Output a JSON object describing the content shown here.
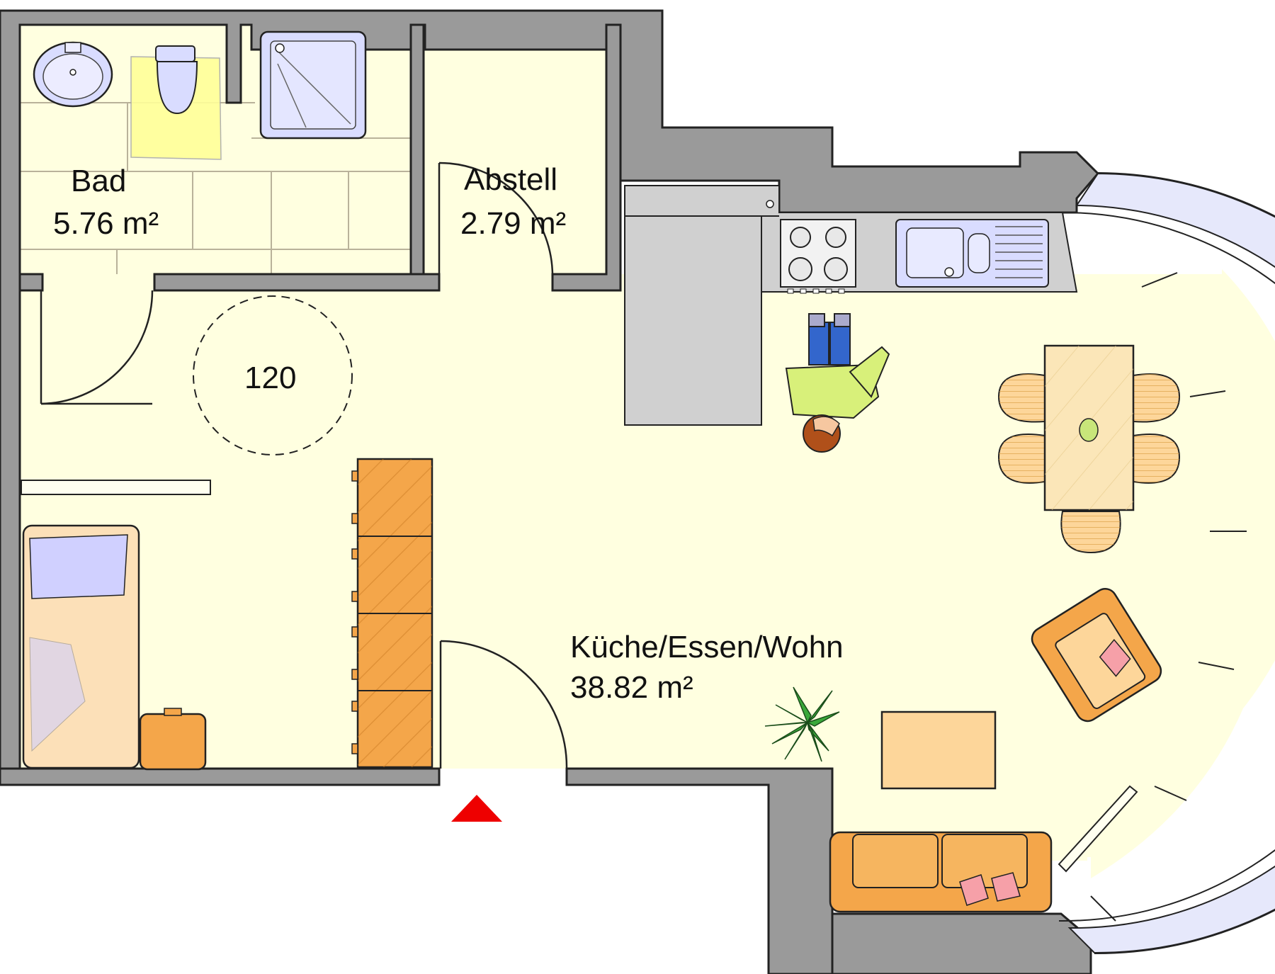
{
  "rooms": [
    {
      "name": "Bad",
      "area": "5.76 m²"
    },
    {
      "name": "Abstell",
      "area": "2.79 m²"
    },
    {
      "name": "Küche/Essen/Wohn",
      "area": "38.82 m²"
    }
  ],
  "turning_circle": {
    "label": "120"
  },
  "colors": {
    "wall": "#9a9a9a",
    "wall_outline": "#222222",
    "floor": "#ffffe0",
    "tile_line": "#b9b29a",
    "window_glass": "#e6e8fb",
    "furniture_orange": "#f4a64a",
    "furniture_light": "#fdd69a",
    "fixture_blue": "#d9dcff",
    "counter_gray": "#d0d0d0",
    "entrance_marker": "#ee0000"
  },
  "icons": {
    "sink": "washbasin-icon",
    "toilet": "toilet-icon",
    "shower": "shower-tray-icon",
    "stove": "cooktop-icon",
    "kitchen_sink": "kitchen-sink-icon",
    "person": "person-icon",
    "plant": "plant-icon",
    "entrance": "entrance-triangle-icon"
  }
}
